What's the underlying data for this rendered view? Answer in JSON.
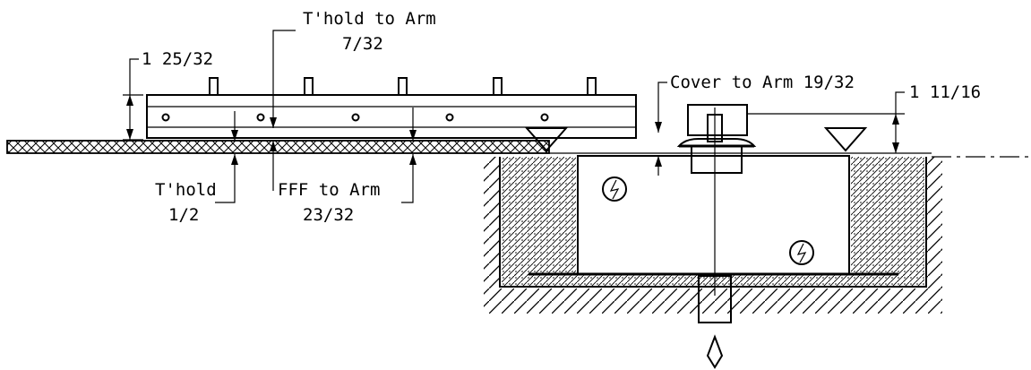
{
  "labels": {
    "top_overall": "1 25/32",
    "thold_to_arm_line1": "T'hold to Arm",
    "thold_to_arm_line2": "7/32",
    "cover_to_arm": "Cover to Arm 19/32",
    "right_height": "1 11/16",
    "thold_line1": "T'hold",
    "thold_line2": "1/2",
    "fff_to_arm_line1": "FFF to Arm",
    "fff_to_arm_line2": "23/32"
  },
  "symbols": {
    "electrical": "lightning-bolt-in-circle-icon",
    "level": "triangle-level-marker-icon",
    "spindle": "spindle-point-icon"
  }
}
